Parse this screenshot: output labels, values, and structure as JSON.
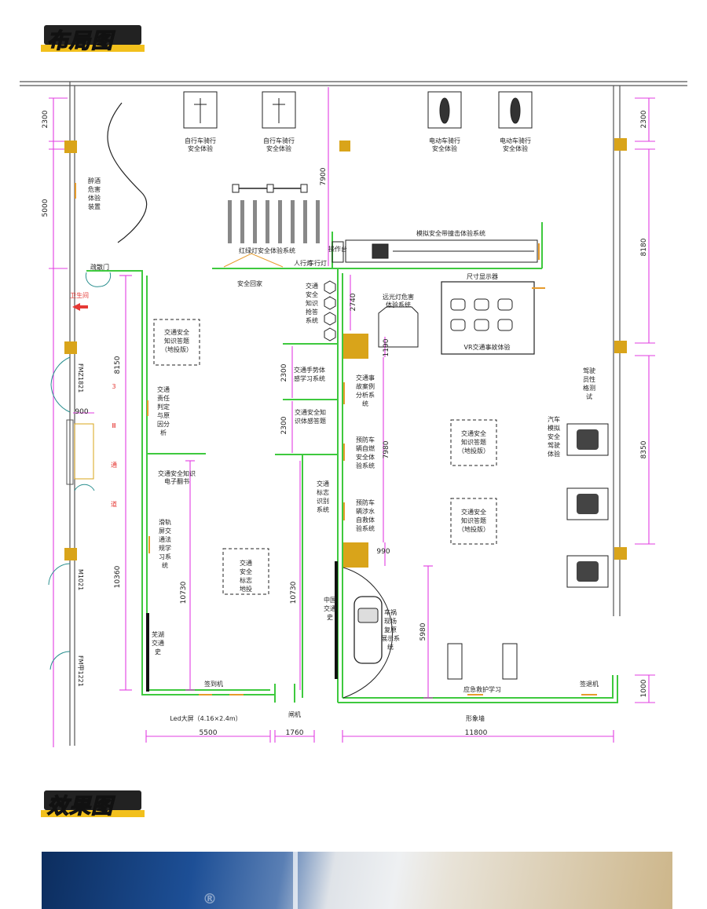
{
  "headings": {
    "layout": "布局图",
    "effect": "效果图"
  },
  "zones": {
    "bike1": "自行车骑行|安全体验",
    "bike2": "自行车骑行|安全体验",
    "ebike1": "电动车骑行|安全体验",
    "ebike2": "电动车骑行|安全体验",
    "drunk": "醉酒|危害|体验|装置",
    "seatbelt": "模拟安全带撞击体验系统",
    "traffic_light": "红绿灯安全体验系统",
    "go_home": "安全回家",
    "emergency_door": "疏散门",
    "size_tip": "尺寸显示器",
    "highbeam": "远光灯危害|体验系统",
    "quiz_pillars": "交通|安全|知识|抢答|系统",
    "vr": "VR交通事故体验",
    "quiz_left": "交通安全|知识答题|（地投版）",
    "responsibility": "交通|责任|判定|与原|因分|析",
    "gesture": "交通手势体|感学习系统",
    "quiz_sense": "交通安全知|识体感答题",
    "case_analysis": "交通事|故案例|分析系|统",
    "fire": "预防车|辆自燃|安全体|验系统",
    "ebook": "交通安全知识|电子翻书",
    "sign_recog": "交通|标志|识别|系统",
    "water": "预防车|辆涉水|自救体|验系统",
    "quiz_mid1": "交通安全|知识答题|（地投版）",
    "quiz_mid2": "交通安全|知识答题|（地投版）",
    "slide_screen": "滑轨|屏交|通法|规学|习系|统",
    "signs_floor": "交通|安全|标志|地投",
    "china_history": "中国|交通|史",
    "accident_scene": "车祸|现场|复原|展示系|统",
    "wuhu": "芜湖|交通|史",
    "driver_test": "驾驶|员性|格测|试",
    "car_sim": "汽车|模拟|安全|驾驶|体验",
    "first_aid": "应急救护学习",
    "sign_in": "签到机",
    "sign_out": "签退机",
    "led": "Led大屏（4.16×2.4m）",
    "gate": "闸机",
    "image_wall": "形象墙",
    "toilet": "卫生间",
    "corridor": "3|Ⅲ|通|道",
    "door1": "FMZ1821",
    "door2": "M1021",
    "door3": "FM甲1221",
    "ped_light": "人行灯",
    "car_light": "车行灯",
    "desk": "操作台"
  },
  "dims": {
    "d2300a": "2300",
    "d5000": "5000",
    "d8150": "8150",
    "d10360": "10360",
    "d900": "900",
    "d10730a": "10730",
    "d2300b": "2300",
    "d2300c": "2300",
    "d10730b": "10730",
    "d7900": "7900",
    "d2740": "2740",
    "d1190": "1190",
    "d7980": "7980",
    "d990": "990",
    "d5980": "5980",
    "d2300d": "2300",
    "d8180": "8180",
    "d8350": "8350",
    "d1000": "1000",
    "d5500": "5500",
    "d1760": "1760",
    "d11800": "11800"
  },
  "watermark": "®"
}
